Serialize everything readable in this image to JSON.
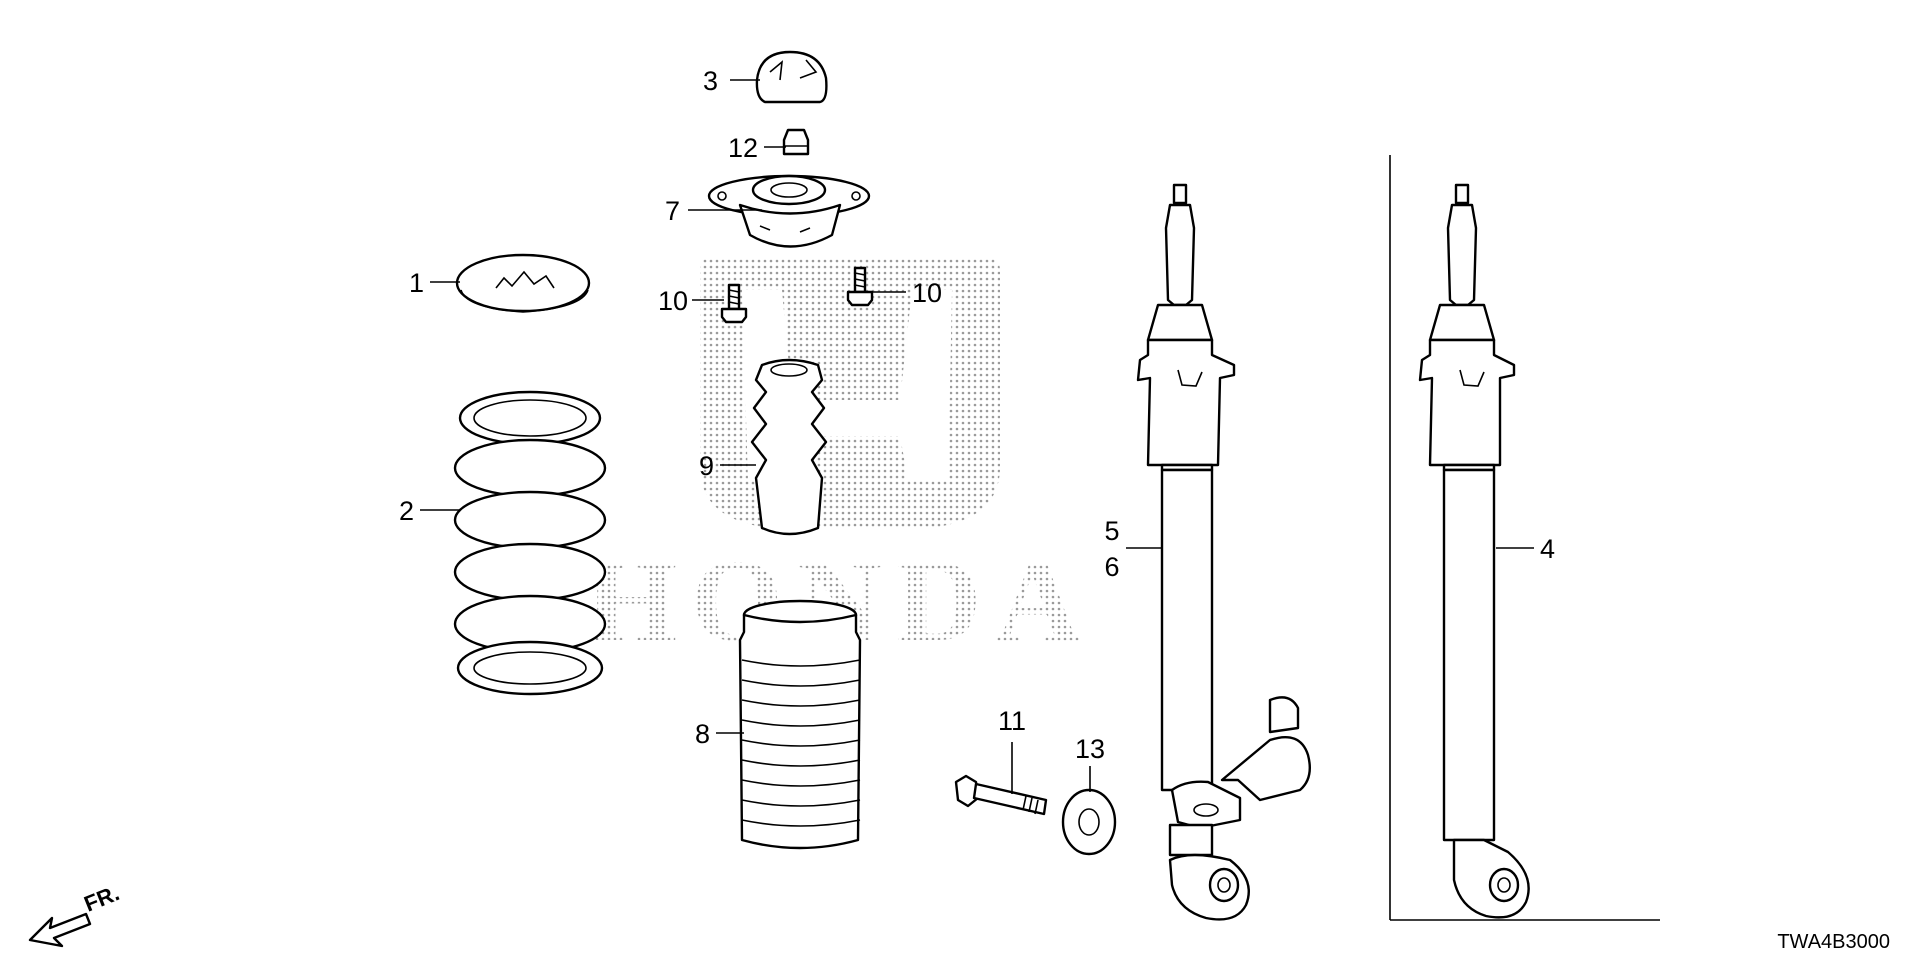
{
  "diagram": {
    "watermark": {
      "logo": "honda-wing-h",
      "wordmark": "HONDA"
    },
    "callouts": {
      "c1": "1",
      "c2": "2",
      "c3": "3",
      "c4": "4",
      "c5": "5",
      "c6": "6",
      "c7": "7",
      "c8": "8",
      "c9": "9",
      "c10a": "10",
      "c10b": "10",
      "c11": "11",
      "c12": "12",
      "c13": "13"
    },
    "direction_label": "FR.",
    "diagram_code": "TWA4B3000"
  },
  "colors": {
    "line": "#000000",
    "background": "#ffffff",
    "watermark_dots": "#9a9a9a"
  }
}
